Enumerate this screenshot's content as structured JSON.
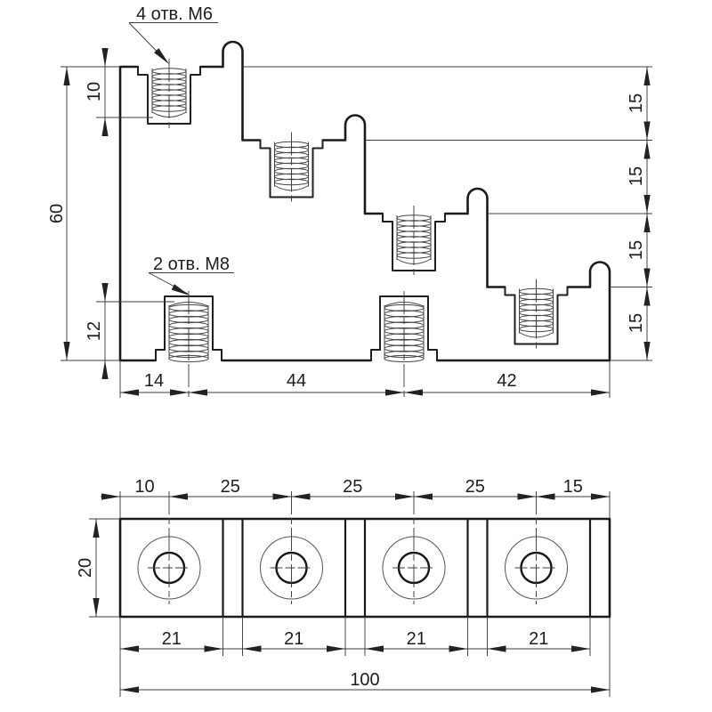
{
  "drawing": {
    "labels": {
      "m6_holes": "4 отв. М6",
      "m8_holes": "2 отв. М8"
    },
    "front": {
      "left_dims": [
        "10",
        "60",
        "12"
      ],
      "right_dims": [
        "15",
        "15",
        "15",
        "15"
      ],
      "bottom_dims": [
        "14",
        "44",
        "42"
      ]
    },
    "top": {
      "top_dims": [
        "10",
        "25",
        "25",
        "25",
        "15"
      ],
      "height_dim": "20",
      "section_dims": [
        "21",
        "21",
        "21",
        "21"
      ],
      "total_dim": "100"
    }
  }
}
